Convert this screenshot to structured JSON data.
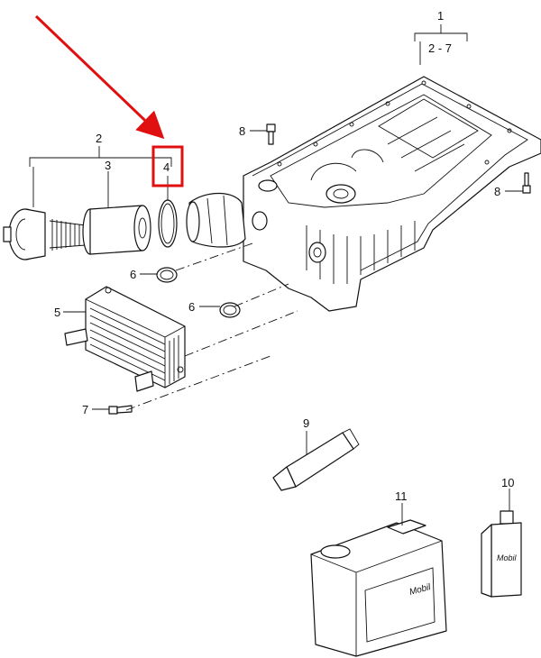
{
  "callouts": {
    "c1": "1",
    "c1_range": "2 - 7",
    "c2": "2",
    "c3": "3",
    "c4": "4",
    "c5": "5",
    "c6a": "6",
    "c6b": "6",
    "c7": "7",
    "c8a": "8",
    "c8b": "8",
    "c9": "9",
    "c10": "10",
    "c11": "11"
  },
  "branding": {
    "canister_logo": "Mobil",
    "bottle_logo": "Mobil"
  },
  "highlight": {
    "color": "#e01010",
    "target": "4"
  }
}
